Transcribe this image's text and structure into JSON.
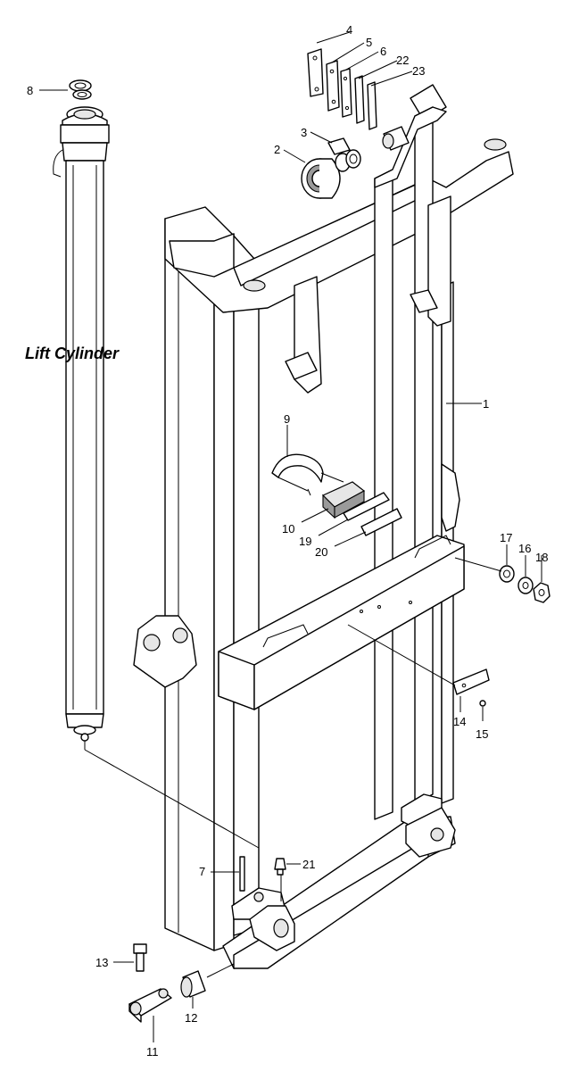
{
  "diagram": {
    "title": "Lift Cylinder",
    "callouts": [
      {
        "id": "1",
        "label": "1"
      },
      {
        "id": "2",
        "label": "2"
      },
      {
        "id": "3",
        "label": "3"
      },
      {
        "id": "4",
        "label": "4"
      },
      {
        "id": "5",
        "label": "5"
      },
      {
        "id": "6",
        "label": "6"
      },
      {
        "id": "7",
        "label": "7"
      },
      {
        "id": "8",
        "label": "8"
      },
      {
        "id": "9",
        "label": "9"
      },
      {
        "id": "10",
        "label": "10"
      },
      {
        "id": "11",
        "label": "11"
      },
      {
        "id": "12",
        "label": "12"
      },
      {
        "id": "13",
        "label": "13"
      },
      {
        "id": "14",
        "label": "14"
      },
      {
        "id": "15",
        "label": "15"
      },
      {
        "id": "16",
        "label": "16"
      },
      {
        "id": "17",
        "label": "17"
      },
      {
        "id": "18",
        "label": "18"
      },
      {
        "id": "19",
        "label": "19"
      },
      {
        "id": "20",
        "label": "20"
      },
      {
        "id": "21",
        "label": "21"
      },
      {
        "id": "22",
        "label": "22"
      },
      {
        "id": "23",
        "label": "23"
      }
    ]
  }
}
